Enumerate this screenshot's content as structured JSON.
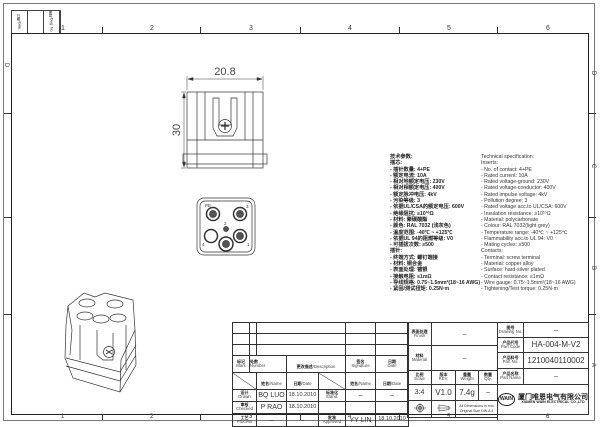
{
  "border": {
    "top_numbers": [
      "1",
      "2",
      "3",
      "4",
      "5",
      "6"
    ],
    "bottom_numbers": [
      "1",
      "2",
      "3",
      "4",
      "5",
      "6"
    ],
    "side_letters": [
      "D",
      "C",
      "B",
      "A"
    ],
    "dwg_tab": [
      {
        "cn": "日期",
        "en": "/Date"
      },
      {
        "cn": "",
        "en": ""
      },
      {
        "cn": "图号",
        "en": "Dwg. No."
      }
    ]
  },
  "dimensions": {
    "width": "20.8",
    "height": "30"
  },
  "pin_labels": [
    "PE",
    "2",
    "3",
    "1",
    "4"
  ],
  "spec_cn": [
    "技术参数:",
    "插芯:",
    "- 插针数量: 4+PE",
    "- 额定电流: 10A",
    "- 相对地额定电压: 230V",
    "- 相对相额定电压: 400V",
    "- 额定脉冲电压: 4kV",
    "- 污染等级: 3",
    "- 依据UL/CSA的额定电压: 600V",
    "- 绝缘阻抗: ≥10¹⁰Ω",
    "- 材料: 聚碳酸酯",
    "- 颜色: RAL 7032 (浅灰色)",
    "- 温度范围: -40℃ ~ +125℃",
    "- 依据UL 94的阻燃等级: V0",
    "- 可插拔次数: ≥500",
    "插针:",
    "- 终端方式: 螺钉端接",
    "- 材料: 铜合金",
    "- 表面处理: 镀银",
    "- 接触电阻: ≤1mΩ",
    "- 导线规格: 0.75~1.5mm²(18~16 AWG)",
    "- 紧固/测试扭矩: 0.25N·m"
  ],
  "spec_en": [
    "Technical specification:",
    "Inserts:",
    "- No. of contact: 4+PE",
    "- Rated current: 10A",
    "- Rated voltage-ground: 230V",
    "- Rated voltage-conductor: 400V",
    "- Rated impulse voltage: 4kV",
    "- Pollution degree: 3",
    "- Rated voltage acc.to UL/CSA: 600V",
    "- Insulation resistance: ≥10¹⁰Ω",
    "- Material: polycarbonate",
    "- Colour: RAL 7032(light grey)",
    "- Temperature range: -40℃ ~ +125℃",
    "- Flammability acc.to UL 94: V0",
    "- Mating cycles: ≥500",
    "Contacts:",
    "- Terminal: screw terminal",
    "- Material: copper alloy",
    "- Surface: hard-silver plated",
    "- Contact resistance: ≤1mΩ",
    "- Wire gauge: 0.75~1.5mm²(18~16 AWG)",
    "- Tightening/Test torque: 0.25N·m"
  ],
  "title_block": {
    "mark": {
      "cn": "标记",
      "en": "Mark"
    },
    "number": {
      "cn": "处数",
      "en": "Number"
    },
    "description": {
      "cn": "更改描述",
      "en": "/Description"
    },
    "signature": {
      "cn": "签名",
      "en": "Signature"
    },
    "date": {
      "cn": "日期",
      "en": "Date"
    },
    "name_h": {
      "cn": "姓名",
      "en": "/Name"
    },
    "date_h": {
      "cn": "日期",
      "en": "/Date"
    },
    "drawn": {
      "cn": "设计",
      "en": "Drawn",
      "name": "BQ  LUO",
      "date": "18.10.2010"
    },
    "checked": {
      "cn": "审核",
      "en": "Checked",
      "name": "P  RAO",
      "date": "18.10.2010"
    },
    "process": {
      "cn": "工艺",
      "en": "Process",
      "name": "–",
      "date": "–"
    },
    "stand": {
      "cn": "标准化",
      "en": "Stand.",
      "name": "–",
      "date": "–"
    },
    "approved": {
      "cn": "批准",
      "en": "Approved",
      "name": "YY  LIN",
      "date": "18.10.2010"
    },
    "finish": {
      "cn": "表面处理",
      "en": "Finish",
      "value": "–"
    },
    "material": {
      "cn": "材料",
      "en": "Material",
      "value": "–"
    },
    "scale": {
      "cn": "比例",
      "en": "Scale",
      "value": "3:4"
    },
    "rev": {
      "cn": "版本",
      "en": "REV.",
      "value": "V1.0"
    },
    "weight": {
      "cn": "重量",
      "en": "Weight",
      "value": "7.4g"
    },
    "qty": {
      "cn": "数量",
      "en": "Qty.",
      "value": "–"
    },
    "dims_note": [
      "All Dimensions in mm",
      "Original Size DIN A 4"
    ],
    "drawing_no": {
      "cn": "图号",
      "en": "Drawing No.",
      "value": "–"
    },
    "part_code": {
      "cn": "产品代号",
      "en": "Part Code",
      "value": "HA-004-M-V2"
    },
    "part_no": {
      "cn": "产品料号",
      "en": "Part No.",
      "value": "1210040110002"
    },
    "part_name": {
      "cn": "产品名称",
      "en": "Part Name",
      "value": "–"
    },
    "logo_text": "WAIN",
    "company_cn": "厦门唯恩电气有限公司",
    "company_en": "XIAMEN WAIN ELECTRICAL CO.,LTD"
  }
}
